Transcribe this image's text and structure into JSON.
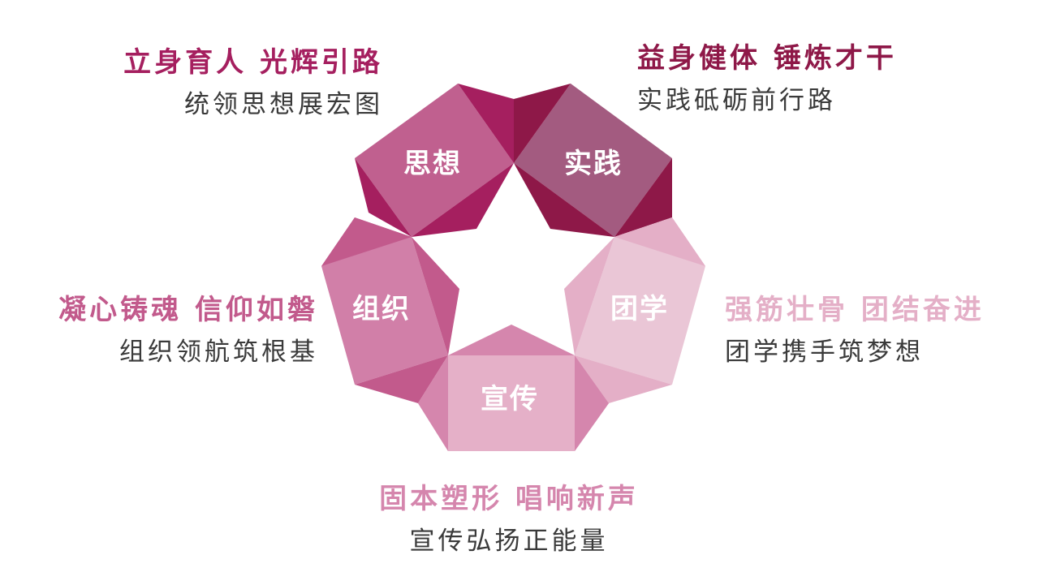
{
  "colors": {
    "sixiang": "#a51f5f",
    "shijian": "#8e1848",
    "zuzhi": "#c25a8c",
    "tuanxue": "#e4afc7",
    "xuanchuan": "#d586ad",
    "subtext": "#3a3a3a"
  },
  "petals": {
    "sixiang": {
      "label": "思想",
      "headline": "立身育人 光辉引路",
      "subline": "统领思想展宏图"
    },
    "shijian": {
      "label": "实践",
      "headline": "益身健体 锤炼才干",
      "subline": "实践砥砺前行路"
    },
    "zuzhi": {
      "label": "组织",
      "headline": "凝心铸魂 信仰如磐",
      "subline": "组织领航筑根基"
    },
    "tuanxue": {
      "label": "团学",
      "headline": "强筋壮骨 团结奋进",
      "subline": "团学携手筑梦想"
    },
    "xuanchuan": {
      "label": "宣传",
      "headline": "固本塑形 唱响新声",
      "subline": "宣传弘扬正能量"
    }
  }
}
